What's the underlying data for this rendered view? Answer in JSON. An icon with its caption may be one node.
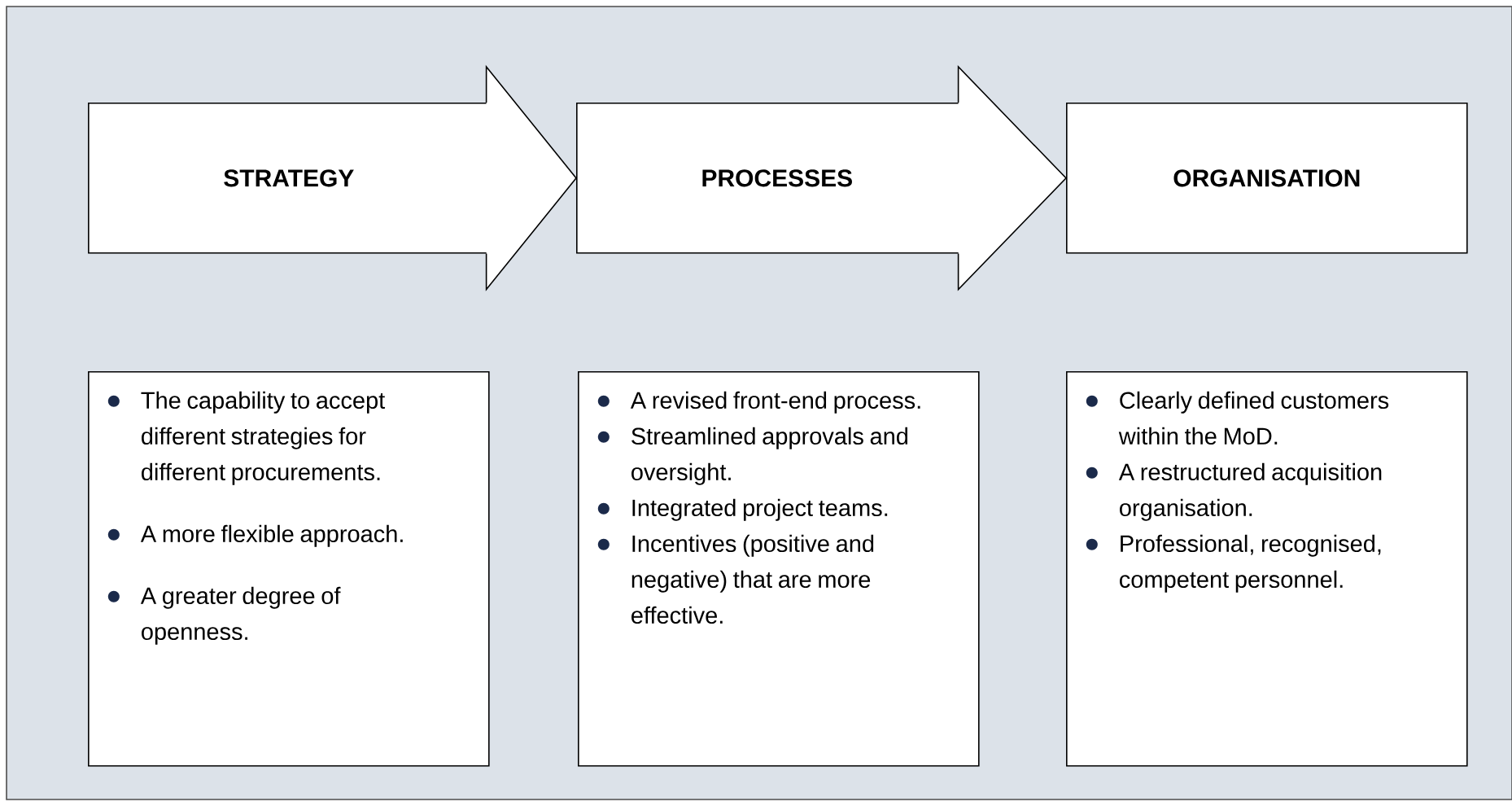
{
  "diagram": {
    "nodes": [
      {
        "text": [
          "STRATEGY"
        ]
      },
      {
        "text": [
          "PROCESSES"
        ]
      },
      {
        "text": [
          "ORGANISATION"
        ]
      },
      {
        "text": [
          "The capability to accept different strategies for different procurements.",
          "A more flexible approach.",
          "A greater degree of openness."
        ]
      },
      {
        "text": [
          "A revised front-end process.",
          "Streamlined approvals and oversight.",
          "Integrated project teams.",
          "Incentives (positive and negative) that are more effective."
        ]
      },
      {
        "text": [
          "Clearly defined customers within the MoD.",
          "A restructured acquisition organisation.",
          "Professional, recognised, competent personnel."
        ]
      }
    ],
    "edges": [
      {
        "from": 0,
        "to": 1,
        "arrow": "to"
      },
      {
        "from": 1,
        "to": 2,
        "arrow": "to"
      }
    ]
  }
}
